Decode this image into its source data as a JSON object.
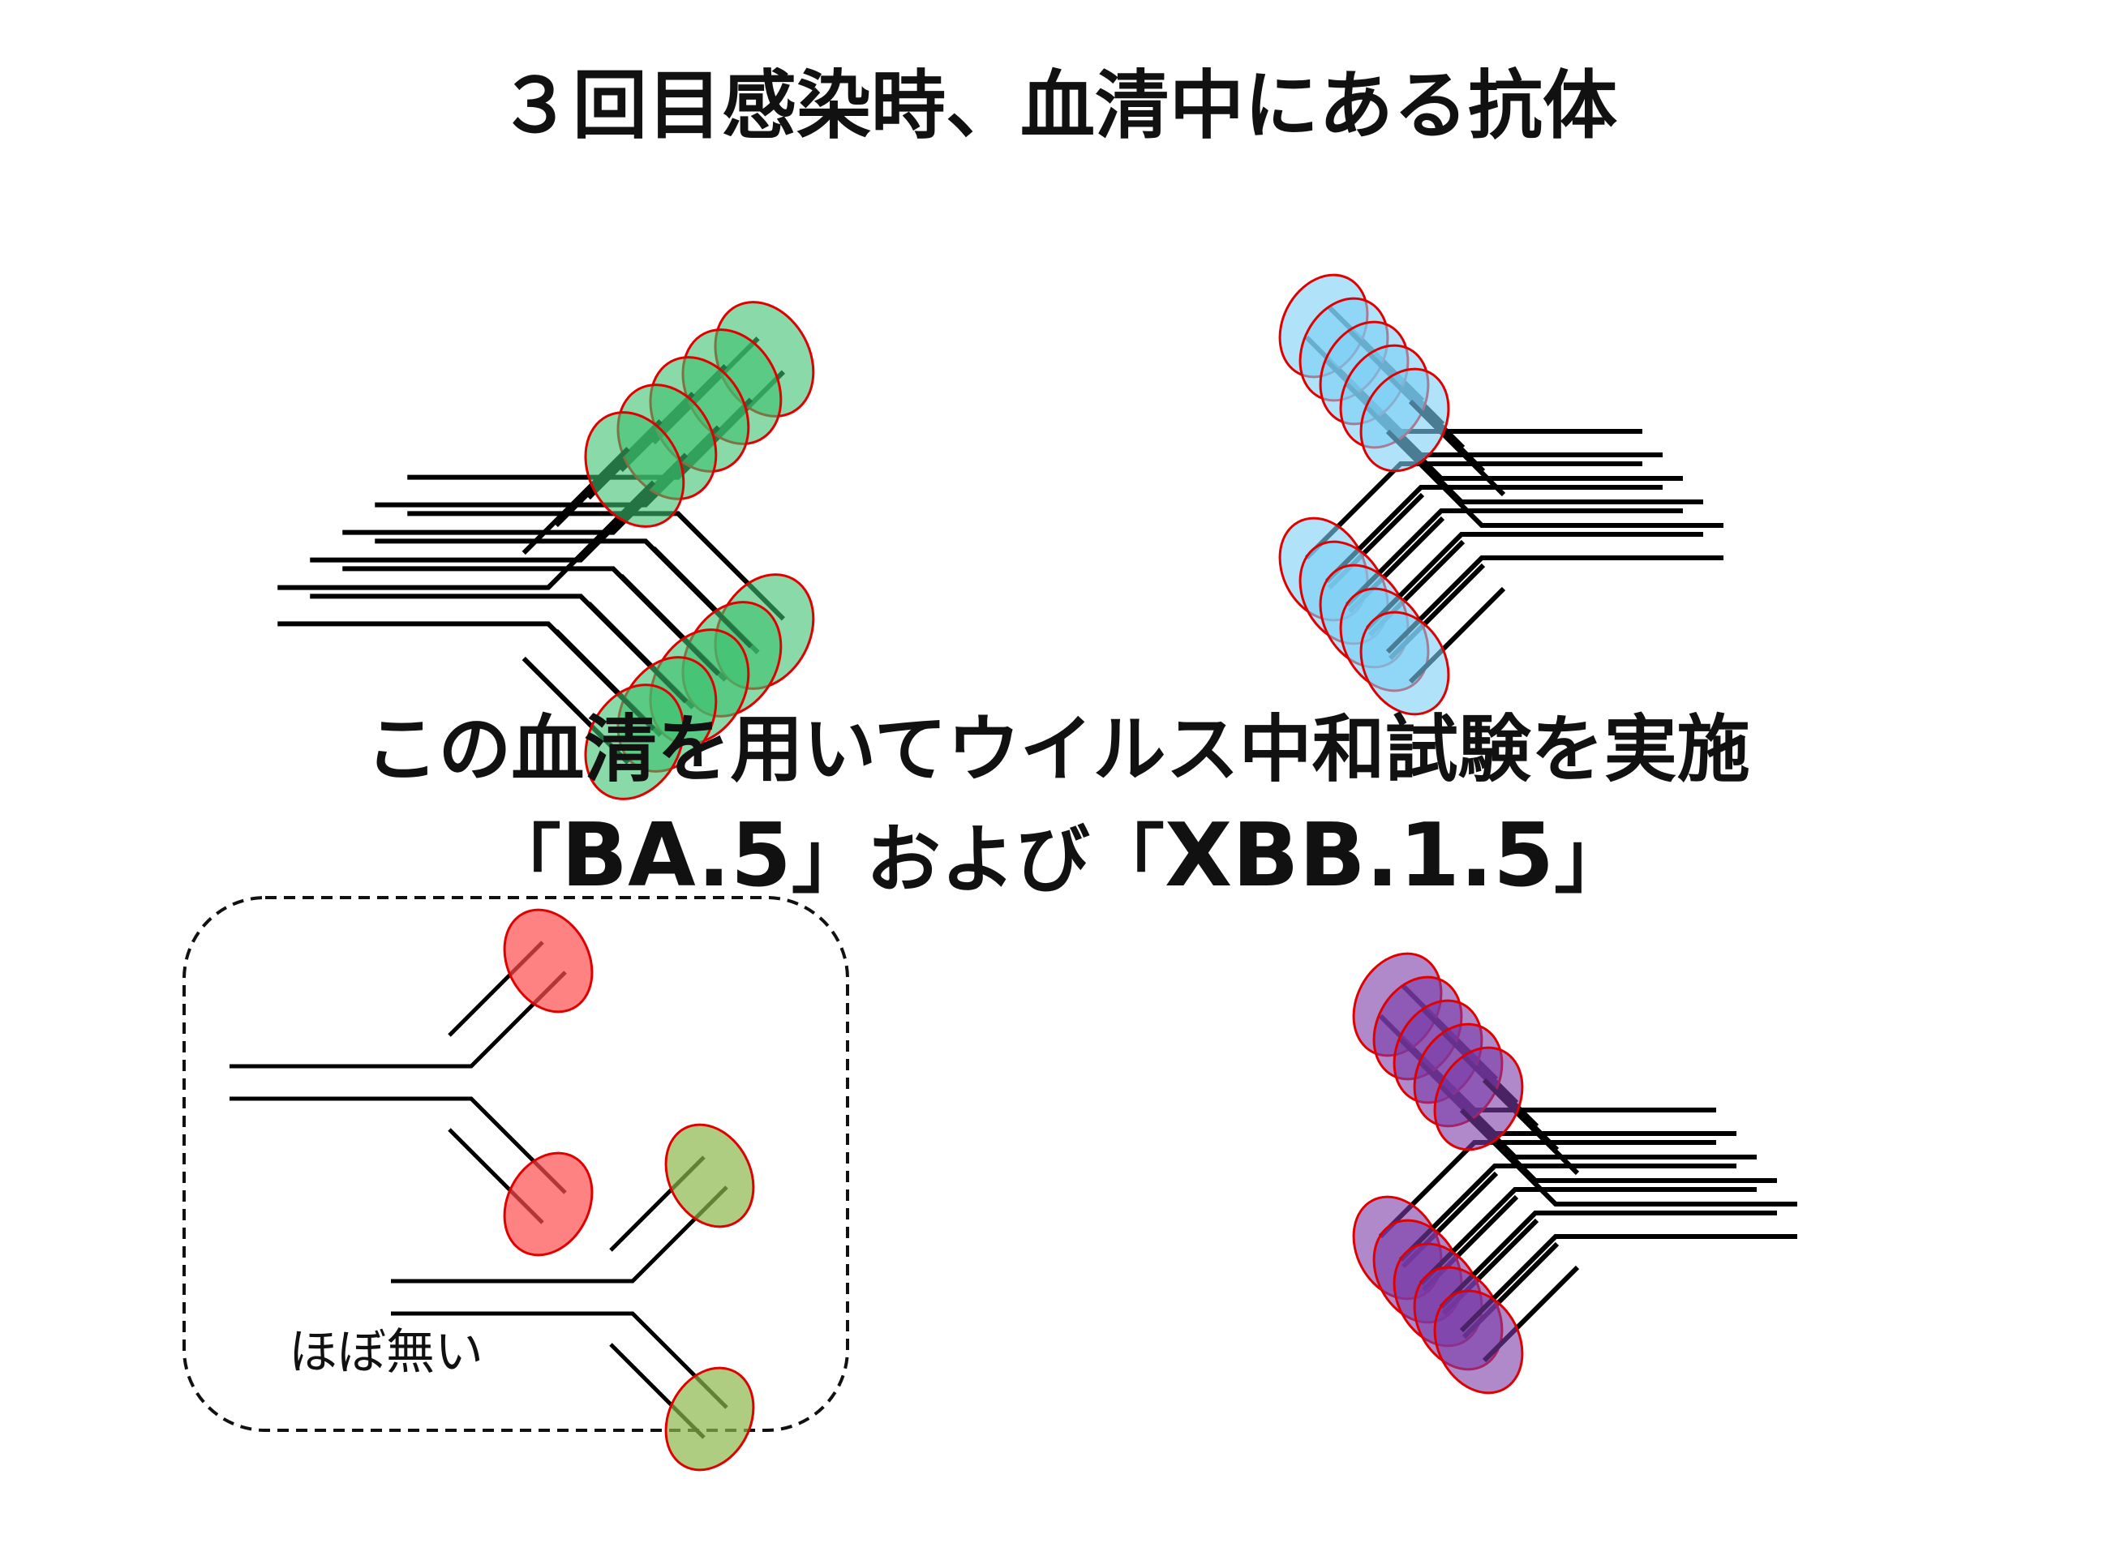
{
  "title": "３回目感染時、血清中にある抗体",
  "line2": "この血清を用いてウイルス中和試験を実施",
  "line3": {
    "bracket_open_1": "「",
    "variant_1": "BA.5",
    "bracket_close_1": "」",
    "conjunction": "および",
    "bracket_open_2": "「",
    "variant_2": "XBB.1.5",
    "bracket_close_2": "」"
  },
  "box_note": "ほぼ無い",
  "colors": {
    "green": "#3cbf6e",
    "blue": "#7ccff5",
    "purple": "#7a3aa6",
    "red": "#ff4d4d",
    "olive": "#8db84a",
    "outline": "#e00000"
  }
}
